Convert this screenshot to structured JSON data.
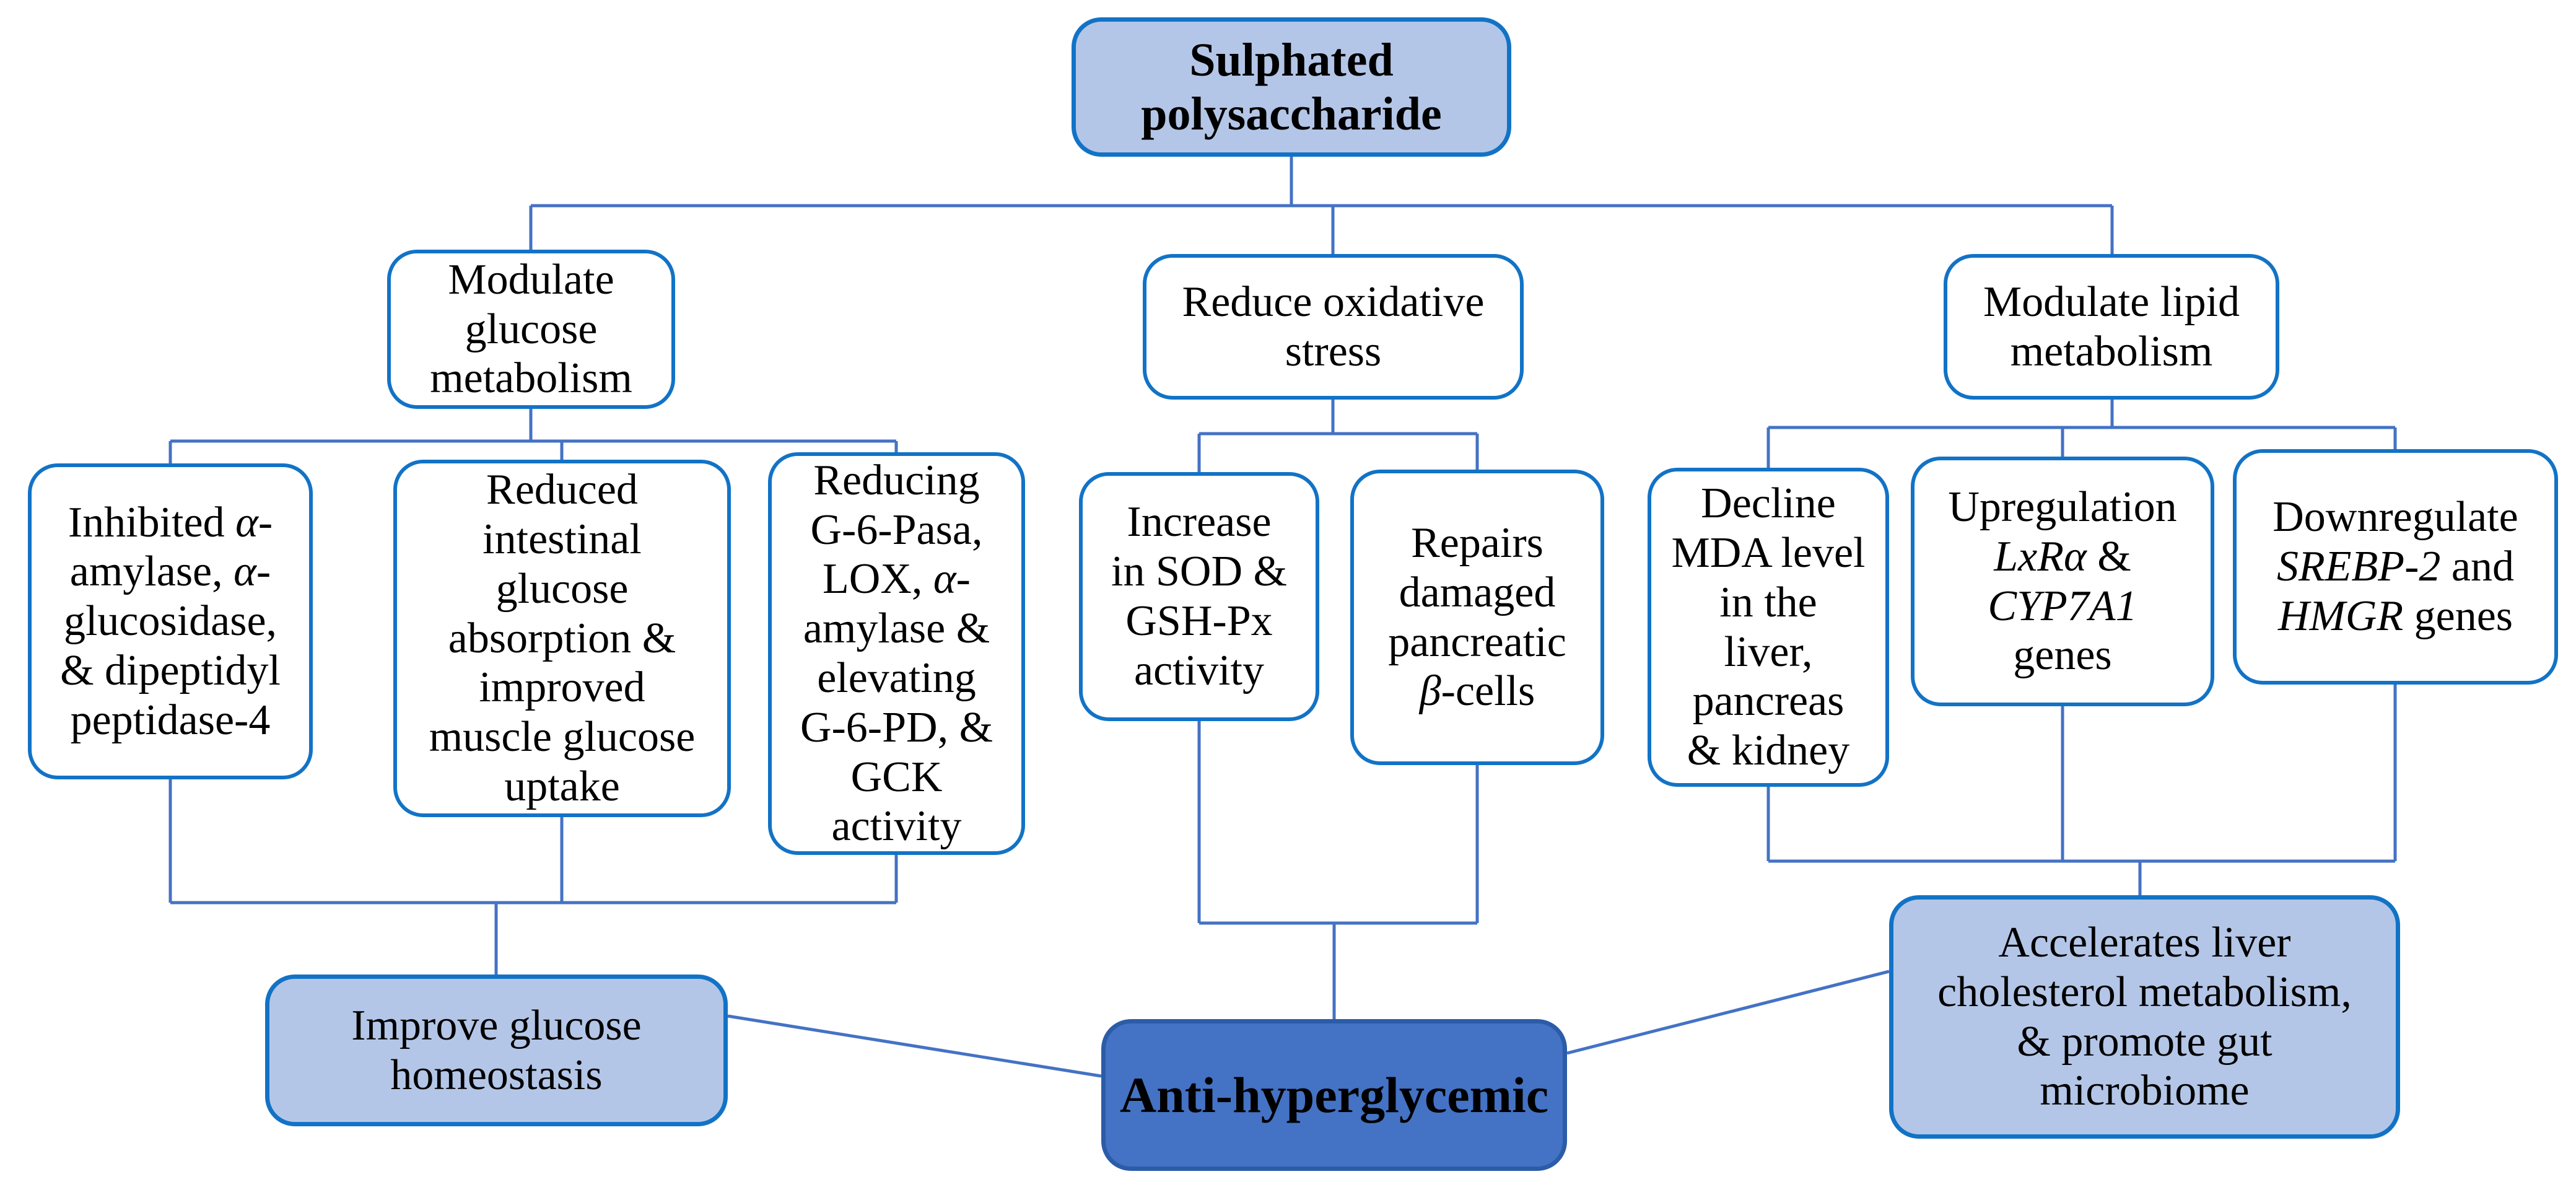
{
  "figure": {
    "type": "flowchart",
    "background": "#ffffff"
  },
  "colors": {
    "box_border": "#1273c6",
    "light_fill": "#b4c6e7",
    "dark_fill": "#4472c4",
    "dark_border": "#2b5ca8",
    "connector": "#4472c4",
    "text": "#000000"
  },
  "italic_terms": [
    "LxRα",
    "CYP7A1",
    "SREBP-2",
    "HMGR",
    "α",
    "β"
  ],
  "nodes": [
    {
      "id": "sulphated-polysaccharide",
      "style": "filled-light",
      "emphasis": "bold",
      "lines": [
        "Sulphated",
        "polysaccharide"
      ]
    },
    {
      "id": "modulate-glucose-metabolism",
      "style": "outline",
      "lines": [
        "Modulate",
        "glucose",
        "metabolism"
      ]
    },
    {
      "id": "reduce-oxidative-stress",
      "style": "outline",
      "lines": [
        "Reduce oxidative",
        "stress"
      ]
    },
    {
      "id": "modulate-lipid-metabolism",
      "style": "outline",
      "lines": [
        "Modulate lipid",
        "metabolism"
      ]
    },
    {
      "id": "inhibited-enzymes",
      "style": "outline",
      "lines": [
        "Inhibited α-",
        "amylase, α-",
        "glucosidase,",
        "& dipeptidyl",
        "peptidase-4"
      ]
    },
    {
      "id": "reduced-intestinal-absorption",
      "style": "outline",
      "lines": [
        "Reduced",
        "intestinal",
        "glucose",
        "absorption &",
        "improved",
        "muscle glucose",
        "uptake"
      ]
    },
    {
      "id": "reducing-g6pasa",
      "style": "outline",
      "lines": [
        "Reducing",
        "G-6-Pasa,",
        "LOX, α-",
        "amylase &",
        "elevating",
        "G-6-PD, &",
        "GCK",
        "activity"
      ]
    },
    {
      "id": "increase-sod-gshpx",
      "style": "outline",
      "lines": [
        "Increase",
        "in SOD &",
        "GSH-Px",
        "activity"
      ]
    },
    {
      "id": "repairs-beta-cells",
      "style": "outline",
      "lines": [
        "Repairs",
        "damaged",
        "pancreatic",
        "β-cells"
      ]
    },
    {
      "id": "decline-mda-level",
      "style": "outline",
      "lines": [
        "Decline",
        "MDA level",
        "in the",
        "liver,",
        "pancreas",
        "& kidney"
      ]
    },
    {
      "id": "upregulation-genes",
      "style": "outline",
      "lines": [
        "Upregulation",
        "LxRα &",
        "CYP7A1",
        "genes"
      ]
    },
    {
      "id": "downregulate-genes",
      "style": "outline",
      "lines": [
        "Downregulate",
        "SREBP-2 and",
        "HMGR genes"
      ]
    },
    {
      "id": "improve-glucose-homeostasis",
      "style": "filled-light",
      "lines": [
        "Improve glucose",
        "homeostasis"
      ]
    },
    {
      "id": "anti-hyperglycemic",
      "style": "filled-dark",
      "emphasis": "bold",
      "lines": [
        "Anti-hyperglycemic"
      ]
    },
    {
      "id": "accelerates-liver-cholesterol",
      "style": "filled-light",
      "lines": [
        "Accelerates liver",
        "cholesterol metabolism,",
        "& promote gut",
        "microbiome"
      ]
    }
  ]
}
